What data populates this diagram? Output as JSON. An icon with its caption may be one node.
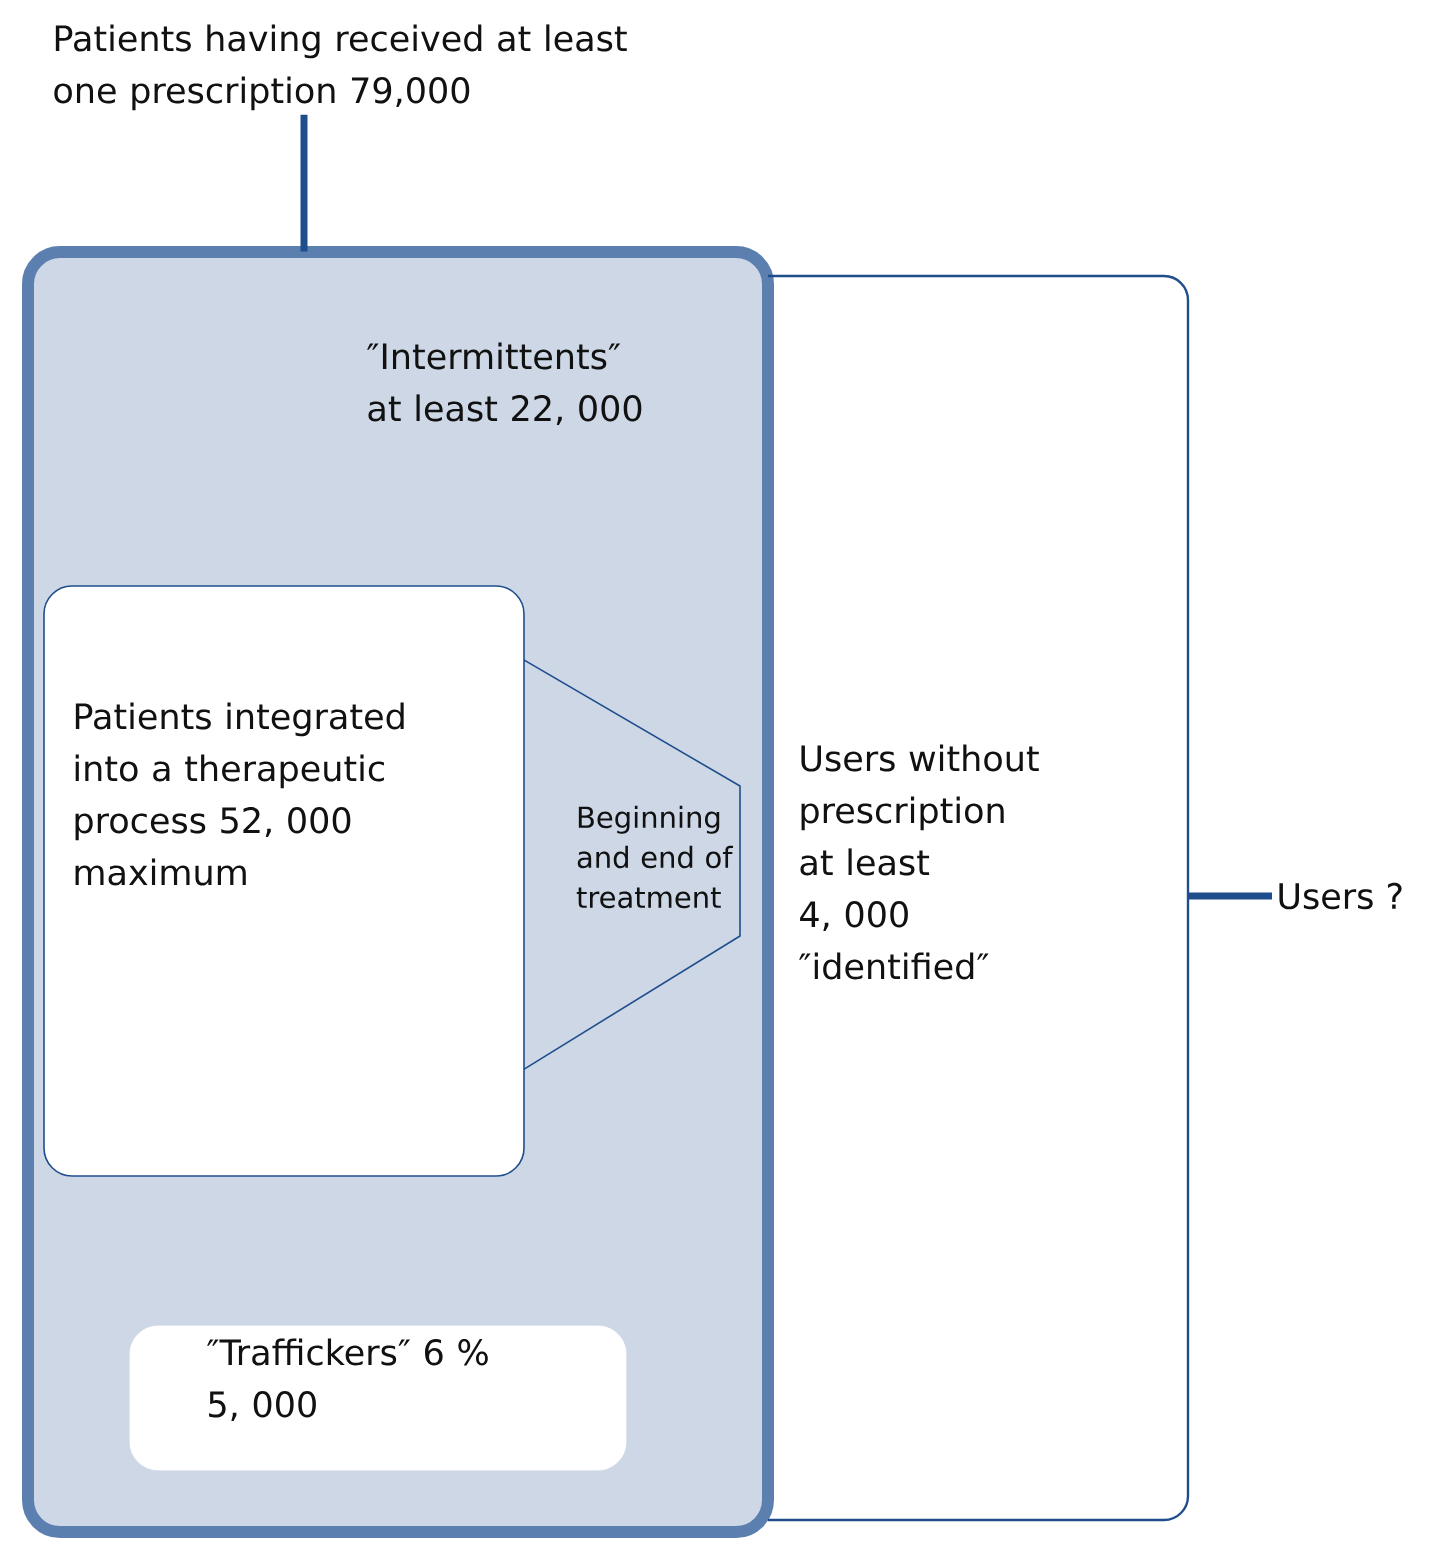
{
  "diagram": {
    "nodes": [
      {
        "text": [
          "Users without prescription at least 4, 000 ″identified″"
        ]
      },
      {
        "text": [
          "″Intermittents″ at least 22, 000"
        ]
      },
      {
        "text": [
          "Patients integrated into a therapeutic process 52, 000 maximum"
        ],
        "in": 1
      },
      {
        "text": [
          "Beginning and end of treatment"
        ],
        "in": 1
      },
      {
        "text": [
          "″Traffickers″ 6 % 5, 000"
        ],
        "in": 1
      },
      {
        "text": [
          "Patients having received at least one prescription 79,000"
        ]
      },
      {
        "text": [
          "Users ?"
        ]
      }
    ],
    "edges": [
      {
        "from": 5,
        "to": 1,
        "arrow": "none"
      },
      {
        "from": 6,
        "to": 0,
        "arrow": "none"
      }
    ]
  }
}
